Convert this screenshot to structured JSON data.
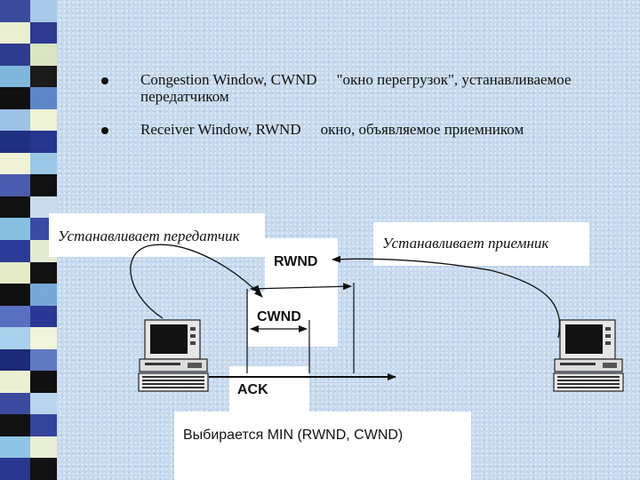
{
  "bullets": [
    {
      "term": "Congestion Window, CWND",
      "desc": "\"окно перегрузок\", устанавливаемое",
      "desc2": "передатчиком"
    },
    {
      "term": "Receiver Window, RWND",
      "desc": "окно, объявляемое приемником"
    }
  ],
  "diagram": {
    "sender_label": "Устанавливает передатчик",
    "receiver_label": "Устанавливает приемник",
    "rwnd_label": "RWND",
    "cwnd_label": "CWND",
    "ack_label": "ACK",
    "result_label": "Выбирается MIN (RWND, CWND)"
  },
  "colors": {
    "stripes_col1": [
      "#3c4a9e",
      "#e9efd0",
      "#2f3b8f",
      "#7fb7dc",
      "#101010",
      "#9cc3e6",
      "#203080",
      "#f0f3d8",
      "#4b5cb0",
      "#111111",
      "#86c2e0",
      "#2b3a98",
      "#e6ecc8",
      "#0f0f0f",
      "#5870c0",
      "#a9d0ec",
      "#1c2a78",
      "#ecf0d2",
      "#3c4aa0",
      "#111111",
      "#8fc4e4",
      "#2a3890"
    ],
    "stripes_col2": [
      "#a7c9e8",
      "#2e3a90",
      "#d9e4c0",
      "#1a1a1a",
      "#5d86c8",
      "#eef2d6",
      "#263590",
      "#9ac8e6",
      "#111111",
      "#c9dceb",
      "#3a4aa6",
      "#e2ead0",
      "#121212",
      "#77a8d8",
      "#2b3896",
      "#f1f4da",
      "#5d7ac0",
      "#101010",
      "#b8d4ec",
      "#34449c",
      "#e8eed4",
      "#111111"
    ]
  }
}
